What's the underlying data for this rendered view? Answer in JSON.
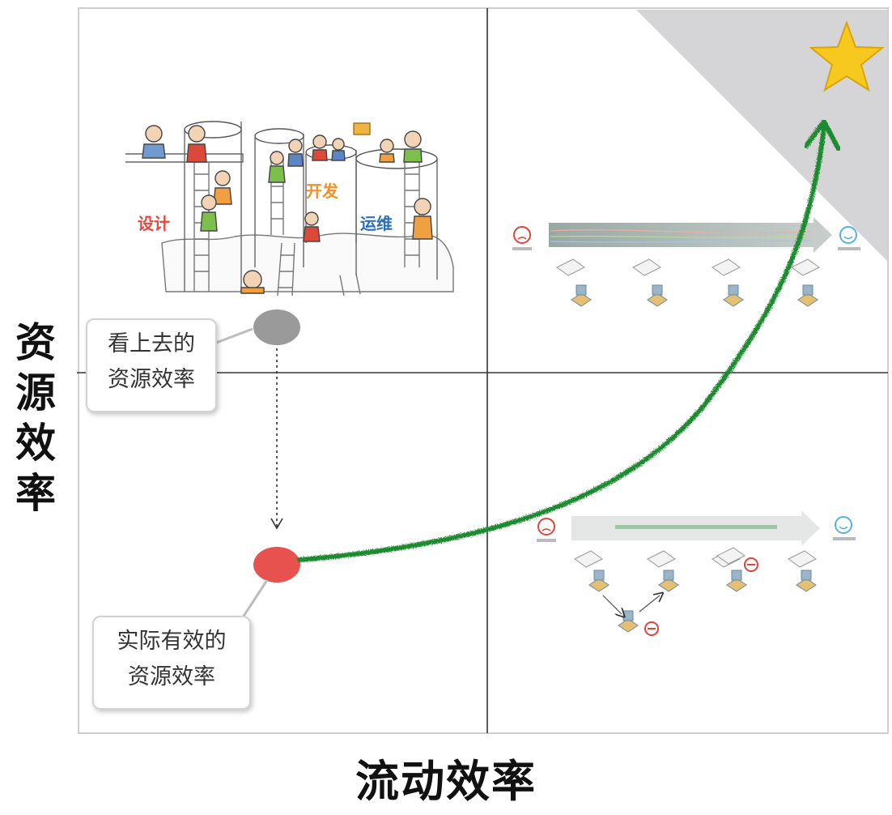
{
  "axes": {
    "y_label": [
      "资",
      "源",
      "效",
      "率"
    ],
    "x_label": "流动效率"
  },
  "callouts": {
    "apparent": [
      "看上去的",
      "资源效率"
    ],
    "actual": [
      "实际有效的",
      "资源效率"
    ]
  },
  "silo_labels": {
    "design": "设计",
    "develop": "开发",
    "ops": "运维"
  },
  "colors": {
    "design": "#e8463c",
    "develop": "#f0902a",
    "ops": "#2f6fb5",
    "green_curve": "#1e8a2e",
    "red_dot": "#e8524e",
    "gray_dot": "#9a9a9a",
    "star": "#f7c91e",
    "wedge": "#d5d5d8"
  }
}
